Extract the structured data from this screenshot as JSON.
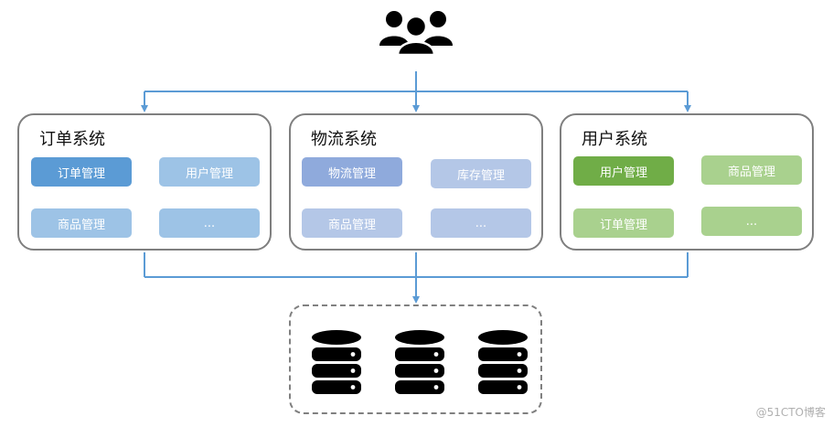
{
  "colors": {
    "connector": "#5b9bd5",
    "box_border": "#7f7f7f",
    "icon": "#000000"
  },
  "icons": {
    "users": "users-group-icon",
    "database": "database-icon"
  },
  "systems": [
    {
      "title": "订单系统",
      "modules": [
        {
          "label": "订单管理",
          "color": "#5b9bd5"
        },
        {
          "label": "用户管理",
          "color": "#9dc3e6"
        },
        {
          "label": "商品管理",
          "color": "#9dc3e6"
        },
        {
          "label": "...",
          "color": "#9dc3e6"
        }
      ]
    },
    {
      "title": "物流系统",
      "modules": [
        {
          "label": "物流管理",
          "color": "#8faadc"
        },
        {
          "label": "库存管理",
          "color": "#b4c7e7"
        },
        {
          "label": "商品管理",
          "color": "#b4c7e7"
        },
        {
          "label": "...",
          "color": "#b4c7e7"
        }
      ]
    },
    {
      "title": "用户系统",
      "modules": [
        {
          "label": "用户管理",
          "color": "#70ad47"
        },
        {
          "label": "商品管理",
          "color": "#a9d18e"
        },
        {
          "label": "订单管理",
          "color": "#a9d18e"
        },
        {
          "label": "...",
          "color": "#a9d18e"
        }
      ]
    }
  ],
  "databases": [
    "db",
    "db",
    "db"
  ],
  "watermark": "@51CTO博客"
}
